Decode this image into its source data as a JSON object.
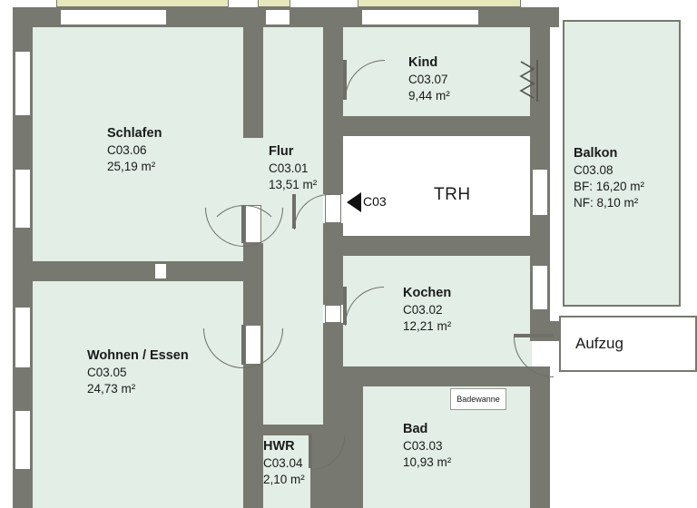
{
  "diagram": {
    "type": "floor-plan",
    "unit": "m²",
    "colors": {
      "room_fill": "#e2eee6",
      "wall": "#77786f",
      "white_fill": "#ffffff",
      "balcony_fill": "#e2eee6",
      "top_strip": "#e7e7bc"
    }
  },
  "rooms": [
    {
      "key": "schlafen",
      "name": "Schlafen",
      "code": "C03.06",
      "area": "25,19 m²"
    },
    {
      "key": "kind",
      "name": "Kind",
      "code": "C03.07",
      "area": "9,44 m²"
    },
    {
      "key": "flur",
      "name": "Flur",
      "code": "C03.01",
      "area": "13,51 m²"
    },
    {
      "key": "balkon",
      "name": "Balkon",
      "code": "C03.08",
      "bf": "BF: 16,20 m²",
      "nf": "NF: 8,10 m²"
    },
    {
      "key": "kochen",
      "name": "Kochen",
      "code": "C03.02",
      "area": "12,21 m²"
    },
    {
      "key": "wohnen",
      "name": "Wohnen / Essen",
      "code": "C03.05",
      "area": "24,73 m²"
    },
    {
      "key": "hwr",
      "name": "HWR",
      "code": "C03.04",
      "area": "2,10 m²"
    },
    {
      "key": "bad",
      "name": "Bad",
      "code": "C03.03",
      "area": "10,93 m²"
    }
  ],
  "annotations": {
    "trh": "TRH",
    "aufzug": "Aufzug",
    "badewanne": "Badewanne",
    "unit_marker": "C03"
  }
}
